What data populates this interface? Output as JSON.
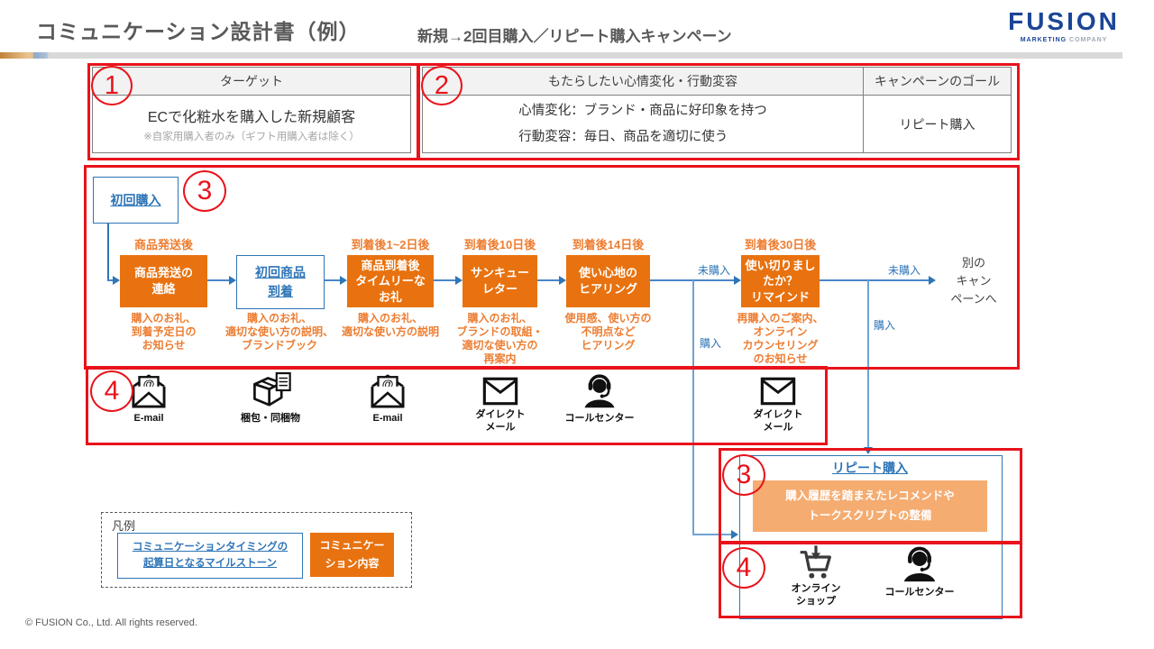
{
  "header": {
    "title": "コミュニケーション設計書（例）",
    "subtitle": "新規→2回目購入／リピート購入キャンペーン",
    "logo": {
      "name": "FUSION",
      "tagline_strong": "MARKETING",
      "tagline_light": "COMPANY"
    }
  },
  "colors": {
    "accent_orange": "#E8720F",
    "light_orange": "#F5AC71",
    "blue": "#2E75B6",
    "red": "#E8131B",
    "title_gray": "#595959"
  },
  "target_table": {
    "number": "1",
    "header": "ターゲット",
    "body": "ECで化粧水を購入した新規顧客",
    "note": "※自家用購入者のみ（ギフト用購入者は除く）"
  },
  "goal_table": {
    "number": "2",
    "col1_header": "もたらしたい心情変化・行動変容",
    "col2_header": "キャンペーンのゴール",
    "col1_body": "心情変化：ブランド・商品に好印象を持つ\n行動変容：毎日、商品を適切に使う",
    "col2_body": "リピート購入"
  },
  "flow": {
    "number": "3",
    "start_label": "初回購入",
    "steps": [
      {
        "timing": "商品発送後",
        "title": "商品発送の\n連絡",
        "note": "購入のお礼、\n到着予定日の\nお知らせ"
      },
      {
        "timing": "",
        "title": "初回商品\n到着",
        "note": "購入のお礼、\n適切な使い方の説明、\nブランドブック"
      },
      {
        "timing": "到着後1~2日後",
        "title": "商品到着後\nタイムリーな\nお礼",
        "note": "購入のお礼、\n適切な使い方の説明"
      },
      {
        "timing": "到着後10日後",
        "title": "サンキュー\nレター",
        "note": "購入のお礼、\nブランドの取組・\n適切な使い方の\n再案内"
      },
      {
        "timing": "到着後14日後",
        "title": "使い心地の\nヒアリング",
        "note": "使用感、使い方の\n不明点など\nヒアリング"
      },
      {
        "timing": "到着後30日後",
        "title": "使い切りまし\nたか？\nリマインド",
        "note": "再購入のご案内、\nオンライン\nカウンセリング\nのお知らせ"
      }
    ],
    "branch1_not_purchased": "未購入",
    "branch1_purchased": "購入",
    "branch2_not_purchased": "未購入",
    "branch2_purchased": "購入",
    "exit_label": "別の\nキャン\nペーンへ"
  },
  "channels": {
    "number": "4",
    "items": [
      {
        "icon": "email-open",
        "label": "E-mail"
      },
      {
        "icon": "package",
        "label": "梱包・同梱物"
      },
      {
        "icon": "email-open",
        "label": "E-mail"
      },
      {
        "icon": "envelope",
        "label": "ダイレクト\nメール"
      },
      {
        "icon": "call-center",
        "label": "コールセンター"
      },
      {
        "icon": "envelope",
        "label": "ダイレクト\nメール"
      }
    ]
  },
  "repeat_section": {
    "number": "3",
    "title": "リピート購入",
    "content": "購入履歴を踏まえたレコメンドや\nトークスクリプトの整備"
  },
  "repeat_channels": {
    "number": "4",
    "items": [
      {
        "icon": "cart",
        "label": "オンライン\nショップ"
      },
      {
        "icon": "call-center",
        "label": "コールセンター"
      }
    ]
  },
  "legend": {
    "title": "凡例",
    "milestone": "コミュニケーションタイミングの\n起算日となるマイルストーン",
    "content": "コミュニケー\nション内容"
  },
  "footer": "© FUSION Co., Ltd. All rights reserved."
}
